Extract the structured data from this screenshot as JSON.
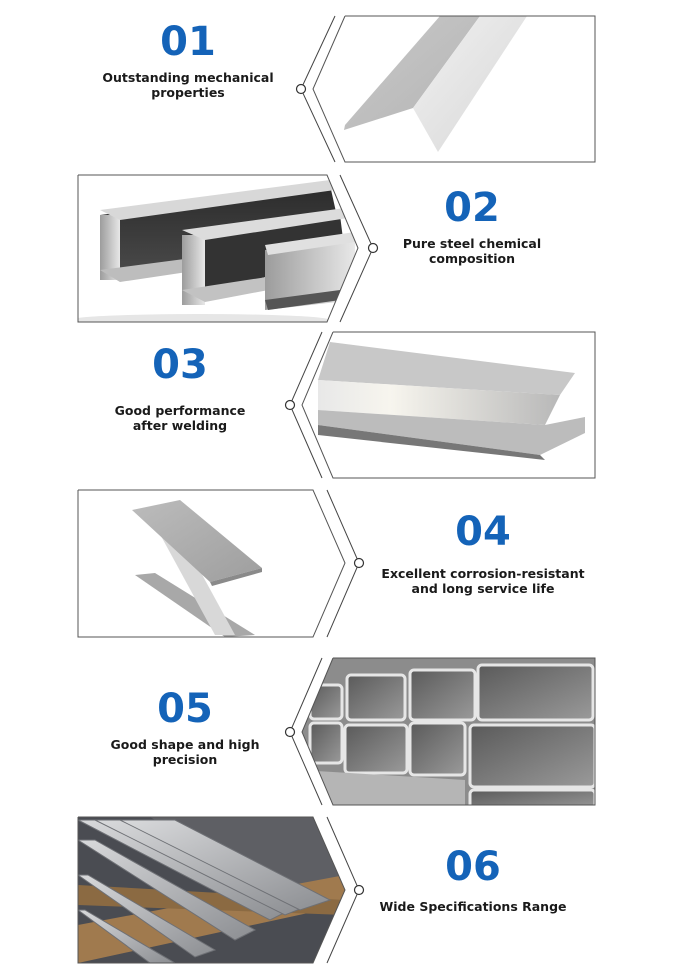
{
  "features": [
    {
      "number": "01",
      "title_line1": "Outstanding mechanical",
      "title_line2": "properties",
      "image": "steel-angle-bar-image"
    },
    {
      "number": "02",
      "title_line1": "Pure steel chemical",
      "title_line2": "composition",
      "image": "steel-channel-bars-image"
    },
    {
      "number": "03",
      "title_line1": "Good performance",
      "title_line2": "after welding",
      "image": "steel-i-beam-side-image"
    },
    {
      "number": "04",
      "title_line1": "Excellent corrosion-resistant",
      "title_line2": "and long service life",
      "image": "steel-h-beam-image"
    },
    {
      "number": "05",
      "title_line1": "Good shape and high",
      "title_line2": "precision",
      "image": "steel-rectangular-tubes-image"
    },
    {
      "number": "06",
      "title_line1": "Wide Specifications Range",
      "title_line2": "",
      "image": "steel-angle-stack-image"
    }
  ],
  "colors": {
    "accent": "#1463b8",
    "text": "#1a1a1a",
    "frame": "#333333"
  }
}
